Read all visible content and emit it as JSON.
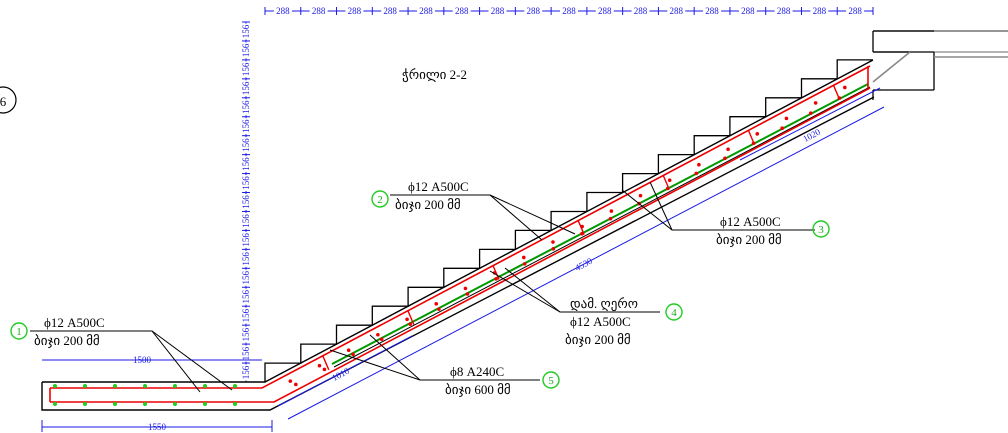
{
  "section_title": "ჭრილი 2-2",
  "corner_label": "6",
  "top_dimensions": [
    "288",
    "288",
    "288",
    "288",
    "288",
    "288",
    "288",
    "288",
    "288",
    "288",
    "288",
    "288",
    "288",
    "288",
    "288",
    "288",
    "288"
  ],
  "vertical_dimensions": [
    "156",
    "156",
    "156",
    "156",
    "156",
    "156",
    "156",
    "156",
    "156",
    "156",
    "156",
    "156",
    "156",
    "156",
    "156",
    "156",
    "156",
    "156",
    "156"
  ],
  "dimensions": {
    "bottom_width": "1550",
    "landing_inner": "1500",
    "slope_lower": "1010",
    "slope_main": "4530",
    "slope_upper": "1020"
  },
  "callouts": [
    {
      "num": "1",
      "line1": "ϕ12 A500C",
      "line2": "ბიჯი 200 მმ"
    },
    {
      "num": "2",
      "line1": "ϕ12 A500C",
      "line2": "ბიჯი 200 მმ"
    },
    {
      "num": "3",
      "line1": "ϕ12 A500C",
      "line2": "ბიჯი 200 მმ"
    },
    {
      "num": "4",
      "line0": "დამ. ღერო",
      "line1": "ϕ12 A500C",
      "line2": "ბიჯი 200 მმ"
    },
    {
      "num": "5",
      "line1": "ϕ8 A240C",
      "line2": "ბიჯი 600 მმ"
    }
  ],
  "colors": {
    "rebar": "#ee0000",
    "dimension": "#1a1ae6",
    "callout_circle": "#22cc22",
    "outline": "#000000",
    "membrane": "#009900"
  }
}
